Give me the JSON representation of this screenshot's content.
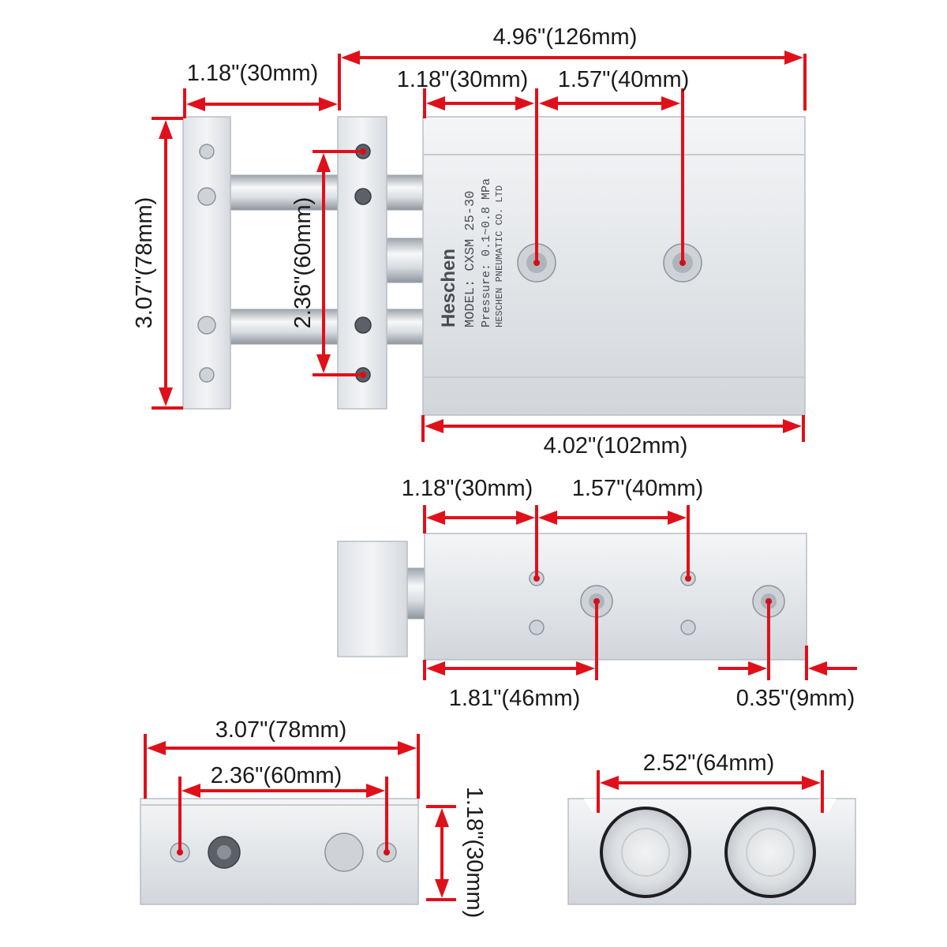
{
  "product_label": {
    "brand": "Heschen",
    "model": "MODEL: CXSM 25-30",
    "pressure": "Pressure: 0.1~0.8 MPa",
    "maker": "HESCHEN PNEUMATIC CO. LTD"
  },
  "top_view": {
    "overall_length": "4.96\"(126mm)",
    "plate_travel": "1.18\"(30mm)",
    "hole_offset": "1.18\"(30mm)",
    "hole_pitch": "1.57\"(40mm)",
    "height": "3.07\"(78mm)",
    "plate_hole_spacing": "2.36\"(60mm)",
    "body_length": "4.02\"(102mm)"
  },
  "side_view": {
    "hole_offset": "1.18\"(30mm)",
    "hole_pitch": "1.57\"(40mm)",
    "port_offset": "1.81\"(46mm)",
    "end_offset": "0.35\"(9mm)"
  },
  "end_view": {
    "width": "3.07\"(78mm)",
    "hole_spacing": "2.36\"(60mm)",
    "thickness": "1.18\"(30mm)"
  },
  "rear_view": {
    "bore_spacing": "2.52\"(64mm)"
  },
  "colors": {
    "dimension_line": "#e0101a",
    "aluminum": "#e4e7ea"
  }
}
